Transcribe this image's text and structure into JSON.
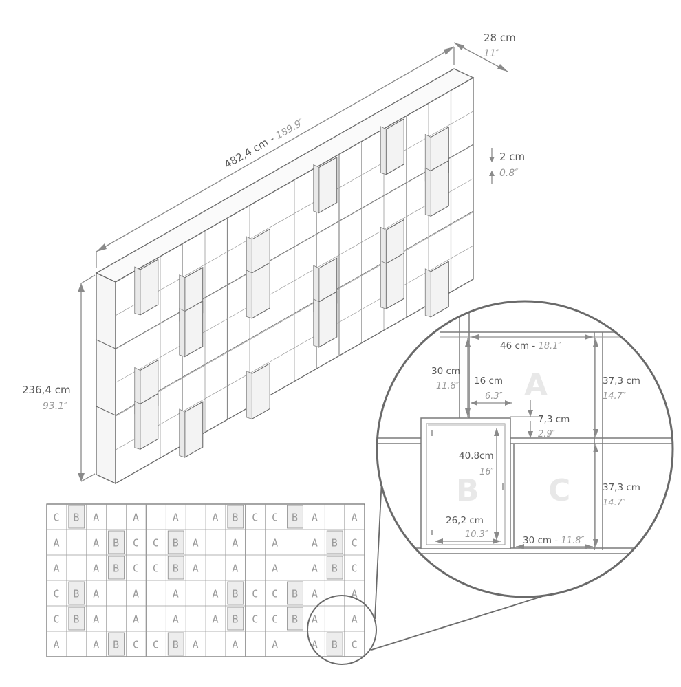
{
  "dimensions": {
    "width_cm": "482,4 cm",
    "width_sep": " - ",
    "width_in": "189.9″",
    "depth_cm": "28 cm",
    "depth_in": "11″",
    "panel_cm": "2 cm",
    "panel_in": "0.8″",
    "height_cm": "236,4 cm",
    "height_in": "93.1″"
  },
  "detail": {
    "top_width_cm": "46 cm",
    "top_width_sep": " - ",
    "top_width_in": "18.1″",
    "left_height_cm": "30 cm",
    "left_height_in": "11.8″",
    "inner_width_cm": "16 cm",
    "inner_width_in": "6.3″",
    "offset_cm": "7,3 cm",
    "offset_in": "2.9″",
    "right_upper_cm": "37,3 cm",
    "right_upper_in": "14.7″",
    "right_lower_cm": "37,3 cm",
    "right_lower_in": "14.7″",
    "door_height_cm": "40.8cm",
    "door_height_in": "16″",
    "door_width_cm": "26,2 cm",
    "door_width_in": "10.3″",
    "bottom_width_cm": "30 cm",
    "bottom_width_sep": " - ",
    "bottom_width_in": "11.8″",
    "label_a": "A",
    "label_b": "B",
    "label_c": "C"
  },
  "module_grid": {
    "rows": [
      [
        "C",
        "B",
        "A",
        "",
        "A",
        "",
        "A",
        "",
        "A",
        "B",
        "C",
        "C",
        "B",
        "A",
        "",
        "A"
      ],
      [
        "A",
        "",
        "A",
        "B",
        "C",
        "C",
        "B",
        "A",
        "",
        "A",
        "",
        "A",
        "",
        "A",
        "B",
        "C"
      ],
      [
        "A",
        "",
        "A",
        "B",
        "C",
        "C",
        "B",
        "A",
        "",
        "A",
        "",
        "A",
        "",
        "A",
        "B",
        "C"
      ],
      [
        "C",
        "B",
        "A",
        "",
        "A",
        "",
        "A",
        "",
        "A",
        "B",
        "C",
        "C",
        "B",
        "A",
        "",
        "A"
      ],
      [
        "C",
        "B",
        "A",
        "",
        "A",
        "",
        "A",
        "",
        "A",
        "B",
        "C",
        "C",
        "B",
        "A",
        "",
        "A"
      ],
      [
        "A",
        "",
        "A",
        "B",
        "C",
        "C",
        "B",
        "A",
        "",
        "A",
        "",
        "A",
        "",
        "A",
        "B",
        "C"
      ]
    ]
  }
}
